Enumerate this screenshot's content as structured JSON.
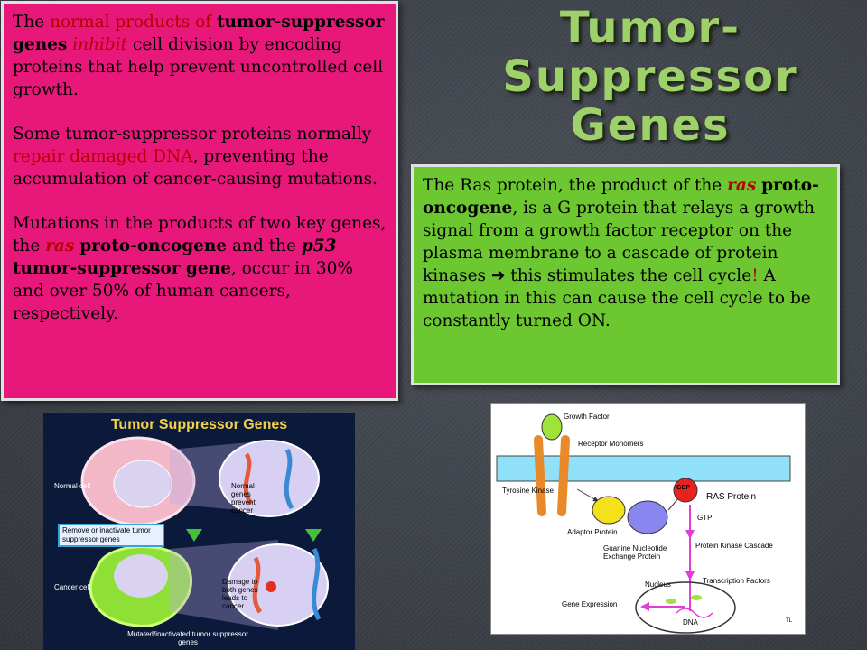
{
  "slide": {
    "title_lines": [
      "Tumor-",
      "Suppressor",
      "Genes"
    ],
    "title_color": "#9fd16a",
    "pink_box": {
      "background": "#e8187a",
      "p1": {
        "a": "The ",
        "b": "normal products of ",
        "c": "tumor-suppressor genes",
        "d": " ",
        "e": "inhibit ",
        "f": "cell division by encoding proteins that help prevent uncontrolled cell growth."
      },
      "p2": {
        "a": "Some tumor-suppressor proteins normally ",
        "b": "repair damaged DNA",
        "c": ", preventing the accumulation of cancer-causing mutations."
      },
      "p3": {
        "a": "Mutations in the products of two key genes, the ",
        "b": "ras",
        "c": " ",
        "d": "proto-oncogene",
        "e": " and the ",
        "f": "p53",
        "g": " ",
        "h": "tumor-suppressor gene",
        "i": ", occur in 30% and over 50% of human cancers, respectively."
      }
    },
    "green_box": {
      "background": "#6cc730",
      "a": "The Ras protein, the product of the ",
      "b": "ras",
      "c": " ",
      "d": "proto-oncogene",
      "e": ", is a G protein that relays a growth signal from a growth factor receptor on the plasma membrane to a cascade of protein kinases ",
      "arrow": "➔",
      "f": " this stimulates the cell cycle",
      "g": "!",
      "h": " A mutation in this can cause the cell cycle to be constantly turned ON."
    },
    "diagram_left": {
      "title": "Tumor Suppressor Genes",
      "normal_cell": "Normal cell",
      "normal_genes": "Normal genes prevent cancer",
      "remove_label": "Remove or inactivate tumor suppressor genes",
      "cancer_cell": "Cancer cell",
      "damage_label": "Damage to both genes leads to cancer",
      "mutated_label": "Mutated/inactivated tumor suppressor genes"
    },
    "diagram_right": {
      "growth_factor": "Growth Factor",
      "receptor_monomers": "Receptor Monomers",
      "tyrosine_kinase": "Tyrosine Kinase",
      "gdp": "GDP",
      "ras_protein": "RAS Protein",
      "gtp": "GTP",
      "adaptor_protein": "Adaptor Protein",
      "gnep": "Guanine Nucleotide Exchange Protein",
      "protein_kinase_cascade": "Protein Kinase Cascade",
      "nucleus": "Nucleus",
      "transcription_factors": "Transcription Factors",
      "gene_expression": "Gene Expression",
      "dna": "DNA",
      "corner": "TL"
    }
  }
}
